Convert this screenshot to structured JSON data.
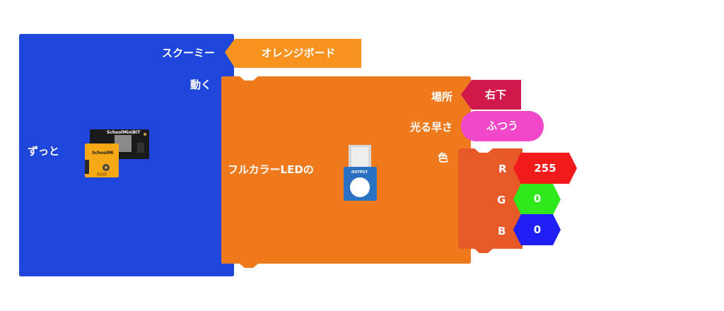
{
  "forever_block": {
    "label": "ずっと",
    "color": "#1E46DB",
    "board_image": {
      "top_board_text": "SchoolMiniBiT",
      "bottom_board_text": "SchoolMi"
    }
  },
  "scratch_label": "スクーミー",
  "board_selector": {
    "value": "オレンジボード",
    "color": "#F7931E"
  },
  "move_label": "動く",
  "led_block": {
    "label": "フルカラーLEDの",
    "color": "#EE7A1D",
    "led_image": {
      "text": "OUTPUT"
    },
    "place": {
      "label": "場所",
      "value": "右下",
      "color": "#D0184A"
    },
    "speed": {
      "label": "光る早さ",
      "value": "ふつう",
      "color": "#F048C8"
    },
    "color_param": {
      "label": "色"
    }
  },
  "rgb_block": {
    "color": "#E8592A",
    "r": {
      "label": "R",
      "value": "255",
      "color": "#F21A1A"
    },
    "g": {
      "label": "G",
      "value": "0",
      "color": "#2EE81C"
    },
    "b": {
      "label": "B",
      "value": "0",
      "color": "#1F1FF5"
    }
  }
}
